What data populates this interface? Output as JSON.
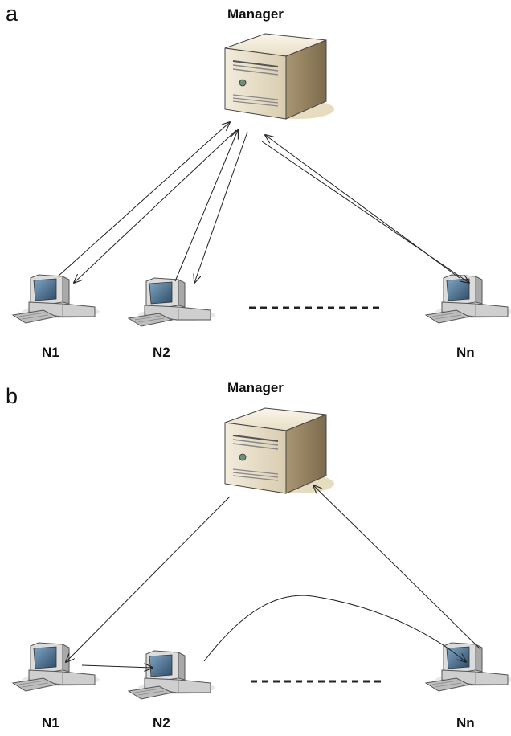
{
  "panels": [
    {
      "letter": "a",
      "title": "Manager",
      "nodes": [
        {
          "label": "N1"
        },
        {
          "label": "N2"
        },
        {
          "label": "Nn"
        }
      ]
    },
    {
      "letter": "b",
      "title": "Manager",
      "nodes": [
        {
          "label": "N1"
        },
        {
          "label": "N2"
        },
        {
          "label": "Nn"
        }
      ]
    }
  ],
  "icons": {
    "manager": "server-tower-icon",
    "node": "desktop-computer-icon"
  },
  "colors": {
    "server_body": "#ddd2b8",
    "arrow": "#222222"
  }
}
